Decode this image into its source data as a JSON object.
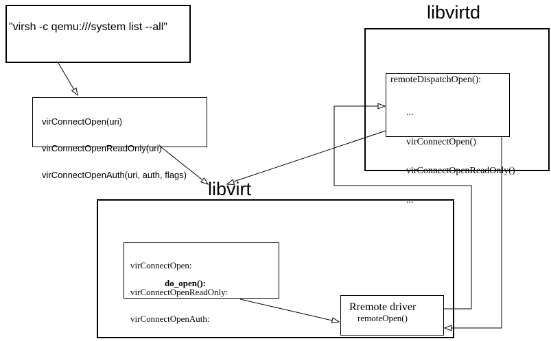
{
  "diagram": {
    "virsh_box": {
      "text": "\"virsh -c qemu:///system list --all\""
    },
    "api_box": {
      "lines": [
        "virConnectOpen(uri)",
        "virConnectOpenReadOnly(uri)",
        "virConnectOpenAuth(uri, auth, flags)"
      ]
    },
    "libvirtd_label": "libvirtd",
    "libvirt_label": "libvirt",
    "dispatch_box": {
      "title": "remoteDispatchOpen():",
      "lines": [
        "...",
        "virConnectOpen()",
        "virConnectOpenReadOnly()",
        "..."
      ]
    },
    "open_box": {
      "lines": [
        "virConnectOpen:",
        "virConnectOpenReadOnly:",
        "virConnectOpenAuth:"
      ],
      "call": "do_open():"
    },
    "driver_box": {
      "title": "Rremote driver",
      "call": "remoteOpen()"
    },
    "colors": {
      "background": "#ffffff",
      "stroke": "#000000",
      "text": "#000000"
    }
  }
}
